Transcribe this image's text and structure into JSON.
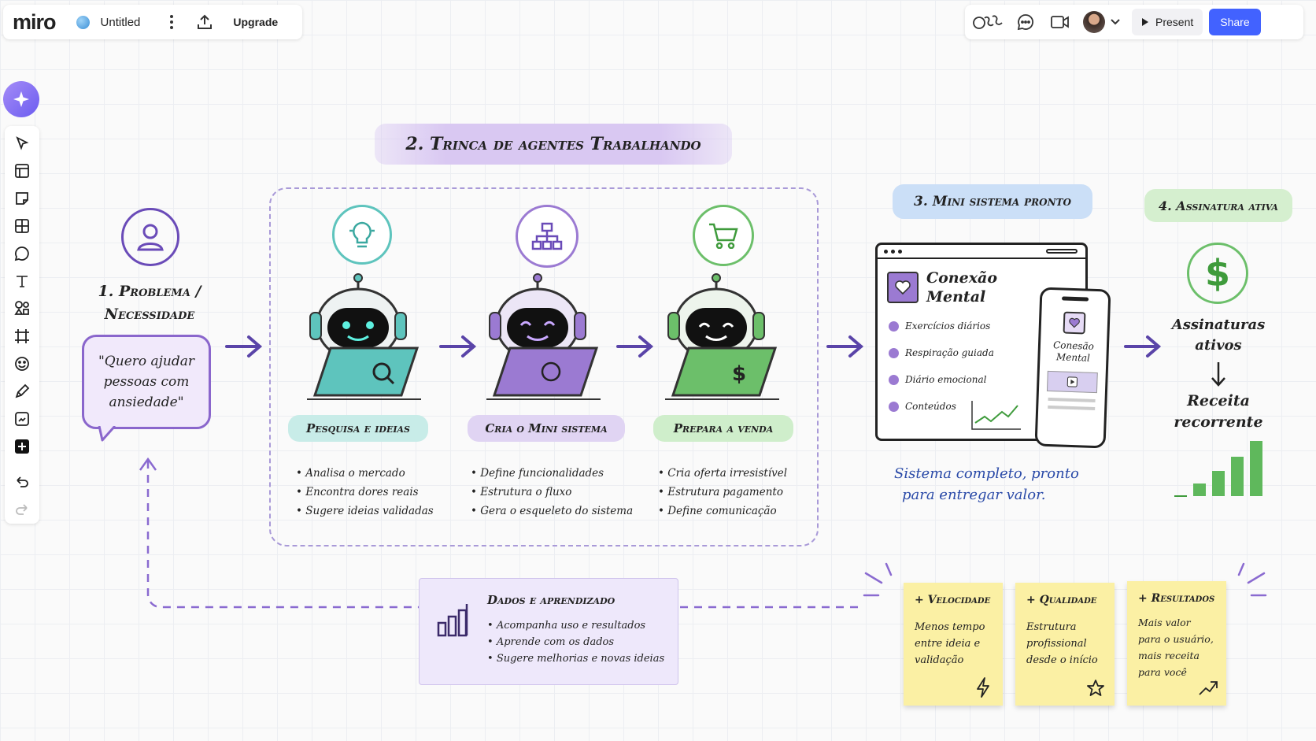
{
  "topbar": {
    "logo": "miro",
    "board_title": "Untitled",
    "upgrade": "Upgrade",
    "present": "Present",
    "share": "Share"
  },
  "board": {
    "header_agents": "2. Trinca de agentes Trabalhando",
    "header_system": "3. Mini sistema pronto",
    "header_subscription": "4. Assinatura ativa",
    "problem": {
      "title_line1": "1. Problema /",
      "title_line2": "Necessidade",
      "quote_line1": "\"Quero ajudar",
      "quote_line2": "pessoas com",
      "quote_line3": "ansiedade\""
    },
    "agents": [
      {
        "label": "Pesquisa e ideias",
        "items": [
          "Analisa o mercado",
          "Encontra dores reais",
          "Sugere ideias validadas"
        ],
        "color": "#5ec4bd"
      },
      {
        "label": "Cria o Mini sistema",
        "items": [
          "Define funcionalidades",
          "Estrutura o fluxo",
          "Gera o esqueleto do sistema"
        ],
        "color": "#9b7ad2"
      },
      {
        "label": "Prepara a venda",
        "items": [
          "Cria oferta irresistível",
          "Estrutura pagamento",
          "Define comunicação"
        ],
        "color": "#6cbf6a"
      }
    ],
    "system": {
      "app_name_line1": "Conexão",
      "app_name_line2": "Mental",
      "features": [
        "Exercícios diários",
        "Respiração guiada",
        "Diário emocional",
        "Conteúdos"
      ],
      "phone_name_line1": "Conesão",
      "phone_name_line2": "Mental",
      "caption_line1": "Sistema completo, pronto",
      "caption_line2": "para entregar valor."
    },
    "subscription": {
      "line1": "Assinaturas",
      "line2": "ativos",
      "line3": "Receita",
      "line4": "recorrente"
    },
    "data_box": {
      "title": "Dados e aprendizado",
      "items": [
        "Acompanha uso e resultados",
        "Aprende com os dados",
        "Sugere melhorias e novas ideias"
      ]
    },
    "stickies": [
      {
        "title": "+ Velocidade",
        "body": "Menos tempo entre ideia e validação",
        "icon": "bolt-icon"
      },
      {
        "title": "+ Qualidade",
        "body": "Estrutura profissional desde o início",
        "icon": "star-icon"
      },
      {
        "title": "+ Resultados",
        "body": "Mais valor para o usuário, mais receita para você",
        "icon": "trend-up-icon"
      }
    ]
  },
  "colors": {
    "accent_purple": "#6a4bb8",
    "share_blue": "#4262ff",
    "teal": "#5ec4bd",
    "green": "#6cbf6a",
    "sticky_yellow": "#fbf0a4",
    "caption_blue": "#2a4aa8"
  }
}
